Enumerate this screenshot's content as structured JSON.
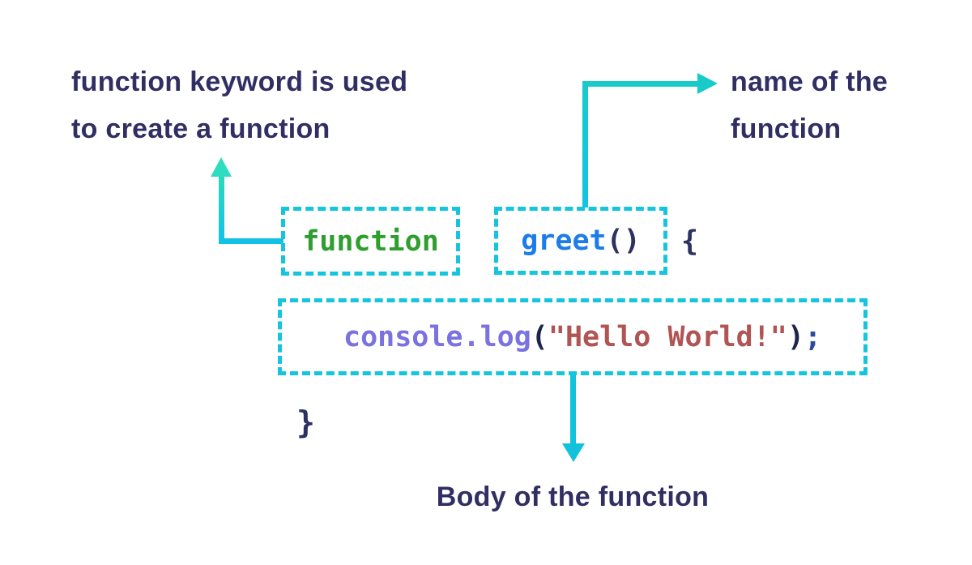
{
  "diagram": {
    "title_semantic": "JavaScript function syntax explanation",
    "annotations": {
      "keyword": {
        "line1": "function keyword is used",
        "line2": "to create a function"
      },
      "name": {
        "line1": "name of the",
        "line2": "function"
      },
      "body": {
        "text": "Body of the function"
      }
    },
    "code": {
      "keyword": "function",
      "function_name": "greet",
      "parens": "()",
      "open_brace": "{",
      "method": "console.log",
      "open_paren": "(",
      "string": "\"Hello World!\"",
      "close_paren": ")",
      "semicolon": ";",
      "close_brace": "}"
    },
    "colors": {
      "background": "#ffffff",
      "annotation_text": "#312e63",
      "dashed_border": "#16c5dd",
      "arrow_cyan": "#12c2e6",
      "arrow_turquoise": "#2eddc0",
      "arrow_teal": "#18cbca",
      "arrow_down": "#10c2dc",
      "syntax_keyword_green": "#2f9e2f",
      "syntax_name_blue": "#1d7ce8",
      "syntax_punct_navy": "#2b3161",
      "syntax_method_purple": "#7b72e1",
      "syntax_paren_dark": "#1f2449",
      "syntax_string_red": "#b05454",
      "syntax_semicolon_blue": "#2d4b9b"
    }
  }
}
